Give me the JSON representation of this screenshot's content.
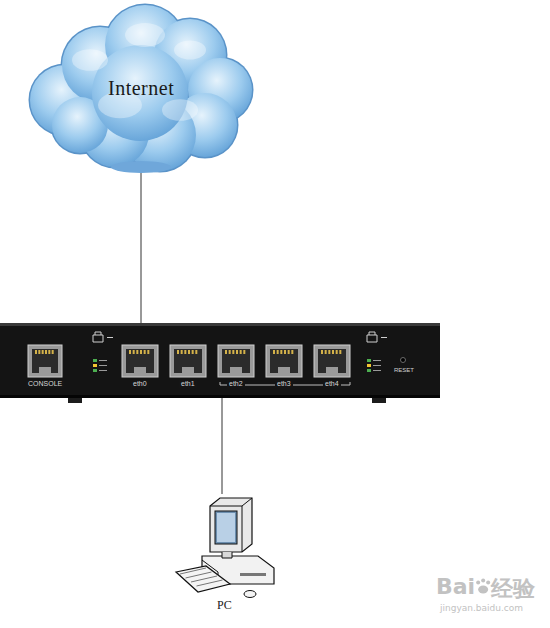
{
  "diagram": {
    "nodes": [
      {
        "text": [
          "Internet"
        ]
      },
      {
        "text": [
          "CONSOLE",
          "eth0",
          "eth1",
          "eth2",
          "eth3",
          "eth4"
        ]
      },
      {
        "text": [
          "PC"
        ]
      }
    ],
    "edges": [
      {
        "from": 0,
        "to": 1,
        "arrow": "none"
      },
      {
        "from": 1,
        "to": 2,
        "arrow": "none"
      }
    ],
    "labels": [
      "RESET",
      "Bai",
      "经验",
      "jingyan.baidu.com"
    ]
  }
}
